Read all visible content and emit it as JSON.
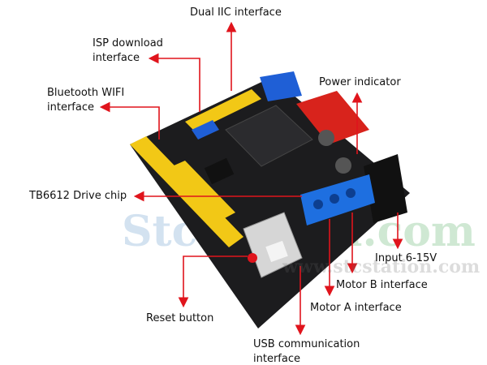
{
  "labels": {
    "dual_iic": "Dual IIC interface",
    "isp_1": "ISP download",
    "isp_2": "interface",
    "bt_1": "Bluetooth WIFI",
    "bt_2": "interface",
    "power": "Power indicator",
    "tb6612": "TB6612 Drive chip",
    "input": "Input 6-15V",
    "motor_b": "Motor B interface",
    "motor_a": "Motor A interface",
    "reset": "Reset button",
    "usb_1": "USB communication",
    "usb_2": "interface"
  },
  "watermark": {
    "main": "Stcstation.com",
    "sub": "www.stcstation.com"
  },
  "colors": {
    "arrow": "#e0141c",
    "board": "#1c1c1e",
    "header_yellow": "#f2c816",
    "header_blue": "#1f5fd6",
    "header_red": "#d8231c",
    "terminal_blue": "#1e6fe0"
  }
}
